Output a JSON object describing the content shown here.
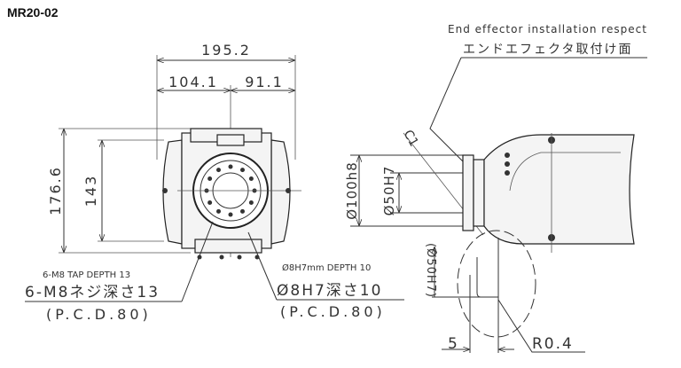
{
  "title": "MR20-02",
  "front_view": {
    "width_total": "195.2",
    "width_left": "104.1",
    "width_right": "91.1",
    "height_total": "176.6",
    "height_inner": "143",
    "tap_label_en": "6-M8 TAP DEPTH 13",
    "tap_label_jp": "6-M8ネジ深さ13",
    "tap_pcd": "(P.C.D.80)",
    "pin_label_en": "Ø8H7mm DEPTH 10",
    "pin_label_jp": "Ø8H7深さ10",
    "pin_pcd": "(P.C.D.80)"
  },
  "side_view": {
    "surface_label_en": "End effector installation respect",
    "surface_label_jp": "エンドエフェクタ取付け面",
    "chamfer": "C1",
    "outer_dia": "Ø100h8",
    "inner_dia": "Ø50H7",
    "detail_dia": "(Ø50H7)",
    "detail_depth": "5",
    "detail_radius": "R0.4"
  }
}
